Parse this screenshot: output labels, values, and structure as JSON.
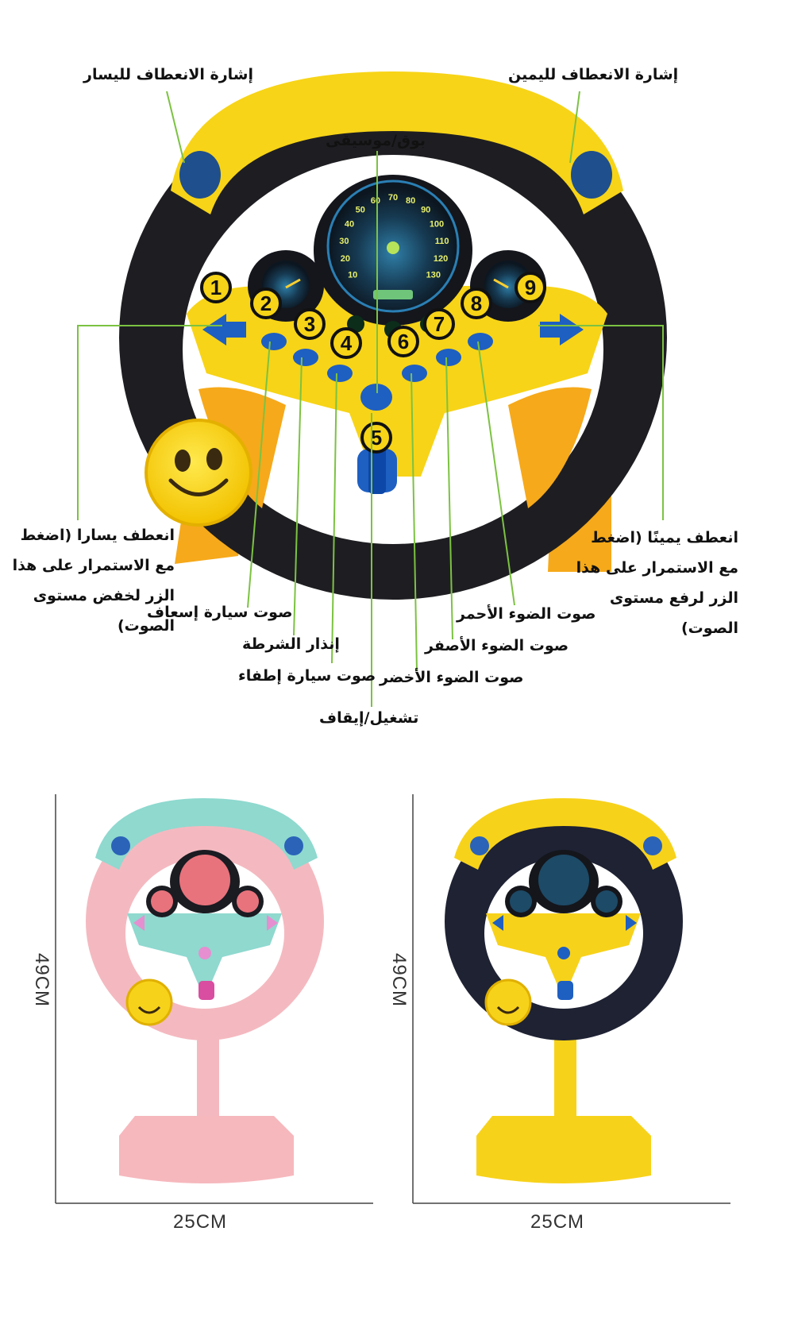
{
  "labels": {
    "turn_signal_left": "إشارة الانعطاف لليسار",
    "turn_signal_right": "إشارة الانعطاف لليمين",
    "horn_music": "بوق/موسيقى",
    "turn_left": "انعطف يسارا (اضغط مع الاستمرار على هذا الزر لخفض مستوى الصوت)",
    "turn_right": "انعطف يمينًا (اضغط مع الاستمرار على هذا الزر لرفع مستوى الصوت)",
    "ambulance": "صوت سيارة إسعاف",
    "police": "إنذار الشرطة",
    "fire_truck": "صوت سيارة إطفاء",
    "on_off": "تشغيل/إيقاف",
    "red_light": "صوت الضوء الأحمر",
    "yellow_light": "صوت الضوء الأصفر",
    "green_light": "صوت الضوء الأخضر"
  },
  "callout_numbers": [
    "1",
    "2",
    "3",
    "4",
    "5",
    "6",
    "7",
    "8",
    "9"
  ],
  "speedometer_ticks": [
    "10",
    "20",
    "30",
    "40",
    "50",
    "60",
    "70",
    "80",
    "90",
    "100",
    "110",
    "120",
    "130"
  ],
  "dimensions": {
    "left_height": "49CM",
    "left_width": "25CM",
    "right_height": "49CM",
    "right_width": "25CM"
  },
  "colors": {
    "wheel_yellow": "#f7d417",
    "wheel_black": "#1e1e22",
    "button_blue": "#1e5fc2",
    "pink_variant": "#f4b9c0",
    "mint_variant": "#8fd9cf",
    "leader_line": "#7cc242"
  }
}
